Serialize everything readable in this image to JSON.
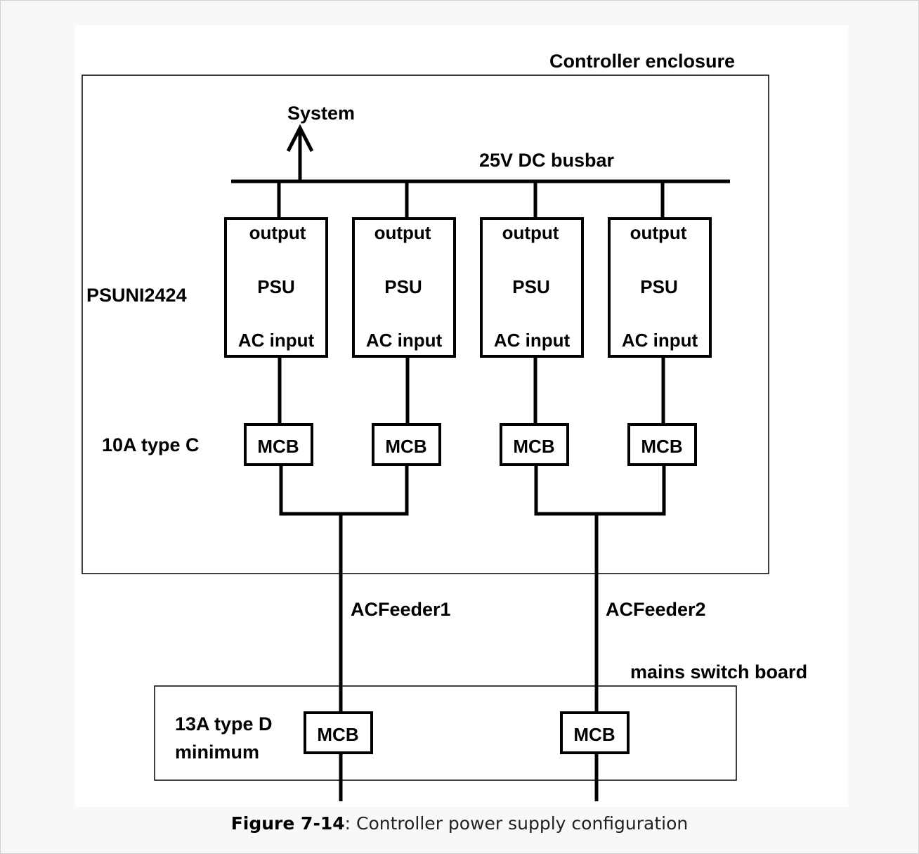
{
  "diagram": {
    "enclosure_label": "Controller enclosure",
    "system_label": "System",
    "busbar_label": "25V DC busbar",
    "psu_model_label": "PSUNI2424",
    "psu_units": [
      {
        "output": "output",
        "name": "PSU",
        "input": "AC input"
      },
      {
        "output": "output",
        "name": "PSU",
        "input": "AC input"
      },
      {
        "output": "output",
        "name": "PSU",
        "input": "AC input"
      },
      {
        "output": "output",
        "name": "PSU",
        "input": "AC input"
      }
    ],
    "mcb_rating_label": "10A type C",
    "mcb_label": "MCB",
    "feeders": [
      "ACFeeder1",
      "ACFeeder2"
    ],
    "switchboard_label": "mains switch board",
    "switchboard_rating_line1": "13A type D",
    "switchboard_rating_line2": "minimum",
    "switchboard_mcbs": [
      "MCB",
      "MCB"
    ]
  },
  "caption": {
    "label": "Figure 7-14",
    "separator": ":",
    "text": " Controller power supply configuration"
  }
}
